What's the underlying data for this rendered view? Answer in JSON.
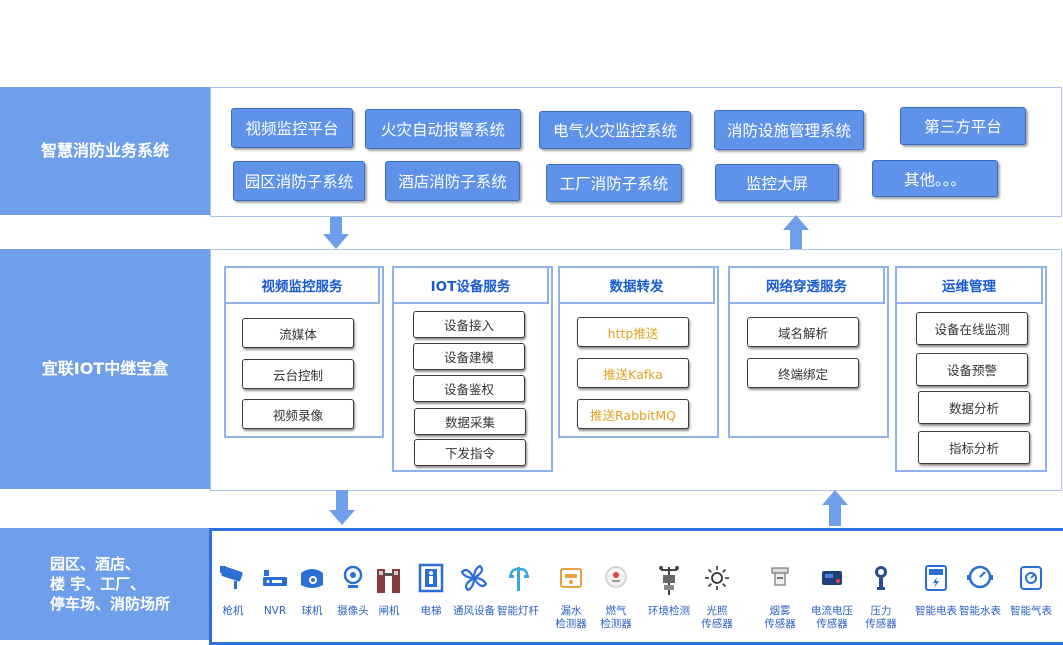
{
  "layers": {
    "business": {
      "label": "智慧消防业务系统"
    },
    "middleware": {
      "label": "宜联IOT中继宝盒"
    },
    "sites": {
      "label_lines": [
        "园区、酒店、",
        "楼 宇、工厂、",
        "停车场、消防场所"
      ]
    }
  },
  "business_systems": [
    "视频监控平台",
    "火灾自动报警系统",
    "电气火灾监控系统",
    "消防设施管理系统",
    "第三方平台",
    "园区消防子系统",
    "酒店消防子系统",
    "工厂消防子系统",
    "监控大屏",
    "其他。。。"
  ],
  "services": [
    {
      "title": "视频监控服务",
      "items": [
        "流媒体",
        "云台控制",
        "视频录像"
      ]
    },
    {
      "title": "IOT设备服务",
      "items": [
        "设备接入",
        "设备建模",
        "设备鉴权",
        "数据采集",
        "下发指令"
      ]
    },
    {
      "title": "数据转发",
      "items": [
        "http推送",
        "推送Kafka",
        "推送RabbitMQ"
      ]
    },
    {
      "title": "网络穿透服务",
      "items": [
        "域名解析",
        "终端绑定"
      ]
    },
    {
      "title": "运维管理",
      "items": [
        "设备在线监测",
        "设备预警",
        "数据分析",
        "指标分析"
      ]
    }
  ],
  "devices": [
    {
      "label": "枪机",
      "icon": "bullet-camera-icon"
    },
    {
      "label": "NVR",
      "icon": "nvr-icon"
    },
    {
      "label": "球机",
      "icon": "dome-camera-icon"
    },
    {
      "label": "摄像头",
      "icon": "webcam-icon"
    },
    {
      "label": "闸机",
      "icon": "turnstile-icon"
    },
    {
      "label": "电梯",
      "icon": "elevator-icon"
    },
    {
      "label": "通风设备",
      "icon": "fan-icon"
    },
    {
      "label": "智能灯杆",
      "icon": "smart-pole-icon"
    },
    {
      "label": "漏水\n检测器",
      "icon": "leak-detector-icon"
    },
    {
      "label": "燃气\n检测器",
      "icon": "gas-detector-icon"
    },
    {
      "label": "环境检测",
      "icon": "weather-station-icon"
    },
    {
      "label": "光照\n传感器",
      "icon": "light-sensor-icon"
    },
    {
      "label": "烟雾\n传感器",
      "icon": "smoke-sensor-icon"
    },
    {
      "label": "电流电压\n传感器",
      "icon": "power-sensor-icon"
    },
    {
      "label": "压力\n传感器",
      "icon": "pressure-sensor-icon"
    },
    {
      "label": "智能电表",
      "icon": "smart-meter-icon"
    },
    {
      "label": "智能水表",
      "icon": "water-meter-icon"
    },
    {
      "label": "智能气表",
      "icon": "gas-meter-icon"
    }
  ]
}
